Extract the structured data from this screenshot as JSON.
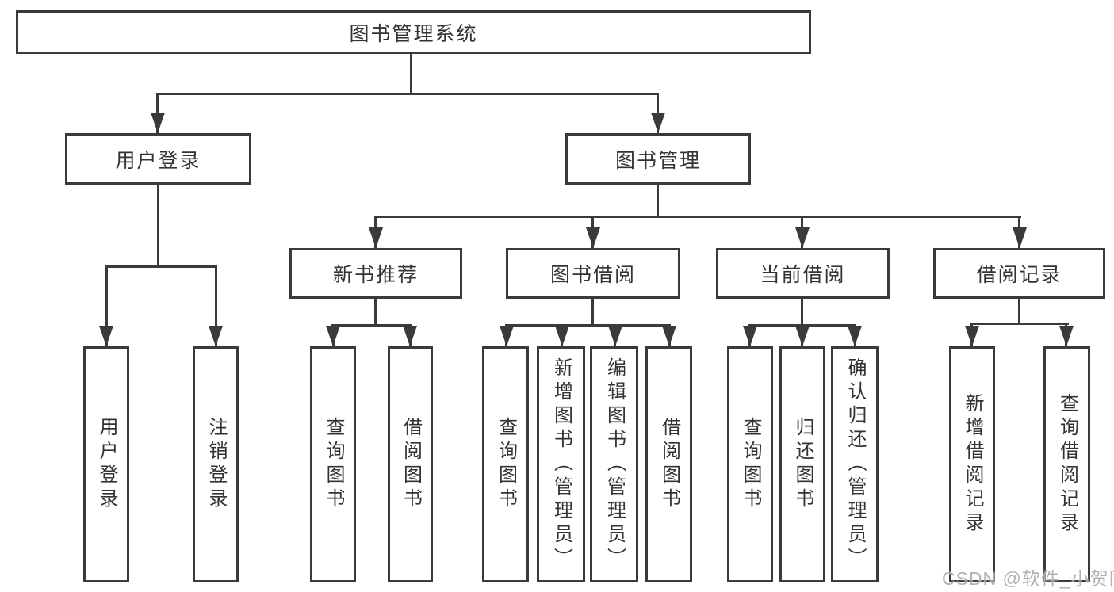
{
  "tree": {
    "root": "图书管理系统",
    "branches": [
      {
        "label": "用户登录",
        "leaves": [
          "用户登录",
          "注销登录"
        ]
      },
      {
        "label": "图书管理",
        "groups": [
          {
            "label": "新书推荐",
            "leaves": [
              "查询图书",
              "借阅图书"
            ]
          },
          {
            "label": "图书借阅",
            "leaves": [
              "查询图书",
              "新增图书（管理员）",
              "编辑图书（管理员）",
              "借阅图书"
            ]
          },
          {
            "label": "当前借阅",
            "leaves": [
              "查询图书",
              "归还图书",
              "确认归还（管理员）"
            ]
          },
          {
            "label": "借阅记录",
            "leaves": [
              "新增借阅记录",
              "查询借阅记录"
            ]
          }
        ]
      }
    ]
  },
  "watermark": {
    "text": "CSDN @软件_小贺同学"
  },
  "colors": {
    "line": "#3a3a3a",
    "text": "#333333",
    "box_bg": "#ffffff",
    "watermark": "#ababab"
  }
}
